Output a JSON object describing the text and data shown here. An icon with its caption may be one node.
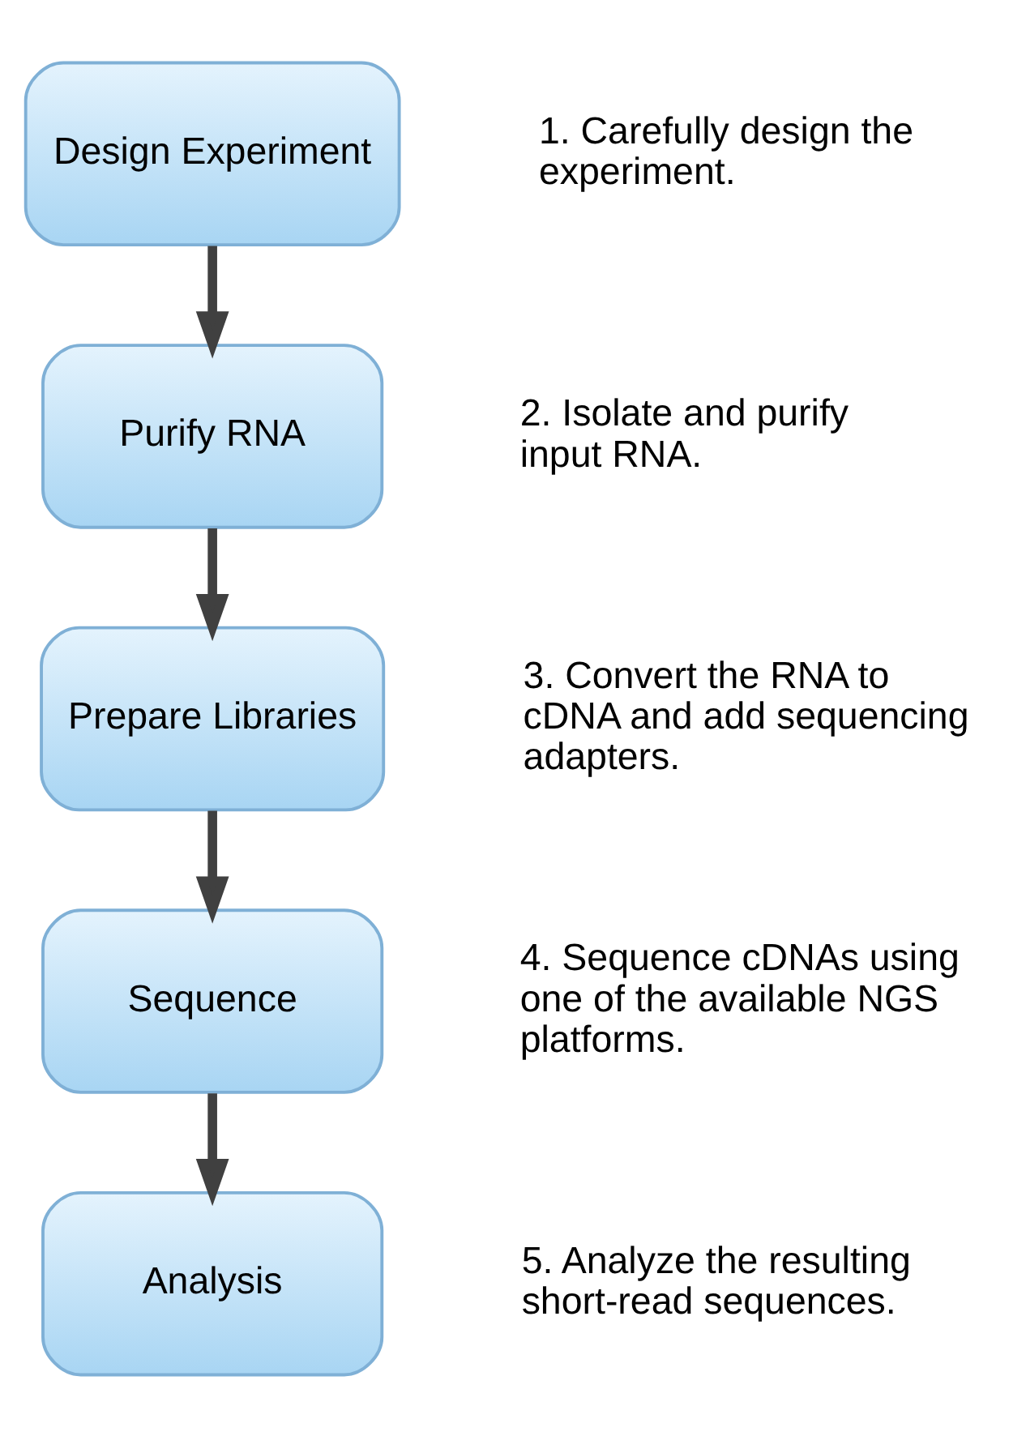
{
  "diagram": {
    "nodes": [
      {
        "text": [
          "Design Experiment"
        ],
        "beside": [
          "1. Carefully design the experiment."
        ]
      },
      {
        "text": [
          "Purify RNA"
        ],
        "beside": [
          "2. Isolate and purify input RNA."
        ]
      },
      {
        "text": [
          "Prepare Libraries"
        ],
        "beside": [
          "3. Convert the RNA to cDNA and add sequencing adapters."
        ]
      },
      {
        "text": [
          "Sequence"
        ],
        "beside": [
          "4. Sequence cDNAs using one of the available NGS platforms."
        ]
      },
      {
        "text": [
          "Analysis"
        ],
        "beside": [
          "5. Analyze the resulting short-read sequences."
        ]
      }
    ],
    "edges": [
      {
        "from": 0,
        "to": 1,
        "arrow": "to"
      },
      {
        "from": 1,
        "to": 2,
        "arrow": "to"
      },
      {
        "from": 2,
        "to": 3,
        "arrow": "to"
      },
      {
        "from": 3,
        "to": 4,
        "arrow": "to"
      }
    ]
  }
}
